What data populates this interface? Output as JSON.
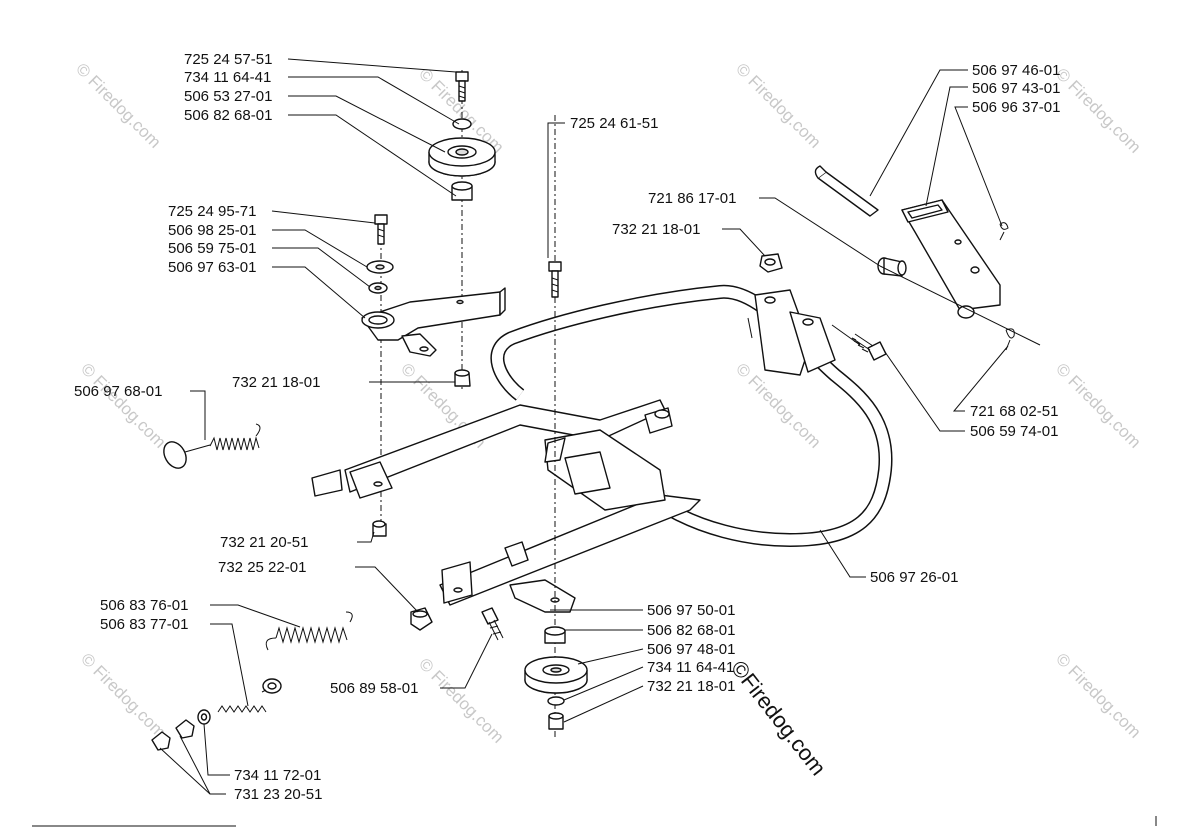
{
  "labels": {
    "p725245751": "725 24 57-51",
    "p734116441a": "734 11 64-41",
    "p506532701": "506 53 27-01",
    "p506826801a": "506 82 68-01",
    "p725249571": "725 24 95-71",
    "p506982501": "506 98 25-01",
    "p506597501": "506 59 75-01",
    "p506976301": "506 97 63-01",
    "p732211801a": "732 21 18-01",
    "p506976801": "506 97 68-01",
    "p732212051": "732 21 20-51",
    "p732252201": "732 25 22-01",
    "p506837601": "506 83 76-01",
    "p506837701": "506 83 77-01",
    "p734117201": "734 11 72-01",
    "p731232051": "731 23 20-51",
    "p506895801": "506 89 58-01",
    "p725246151": "725 24 61-51",
    "p506975001": "506 97 50-01",
    "p506826801b": "506 82 68-01",
    "p506974801": "506 97 48-01",
    "p734116441b": "734 11 64-41",
    "p732211801b": "732 21 18-01",
    "p506972601": "506 97 26-01",
    "p721861701": "721 86 17-01",
    "p732211801c": "732 21 18-01",
    "p506974601": "506 97 46-01",
    "p506974301": "506 97 43-01",
    "p506963701": "506 96 37-01",
    "p721680251": "721 68 02-51",
    "p506597401": "506 59 74-01"
  },
  "watermark": {
    "small": "© Firedog.com",
    "big": "©Firedog.com"
  },
  "colors": {
    "ink": "#111111",
    "watermark": "#c8c8c8"
  }
}
